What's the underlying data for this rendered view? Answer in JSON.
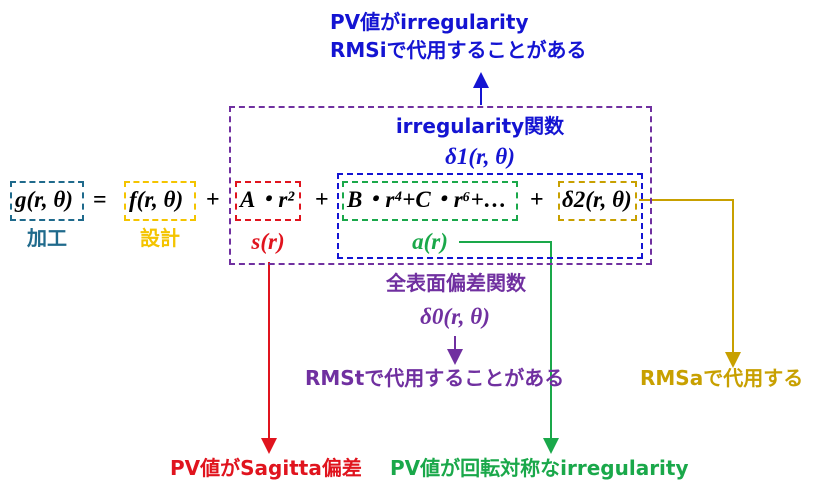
{
  "colors": {
    "blue": "#1414d2",
    "purple": "#7030a0",
    "red": "#e0141e",
    "green": "#1aa84a",
    "gold": "#c8a000",
    "yellow": "#f4c400",
    "teal": "#1f6a8c"
  },
  "top_note": {
    "line1": "PV値がirregularity",
    "line2": "RMSiで代用することがある"
  },
  "irregularity": {
    "title": "irregularity関数",
    "symbol": "δ1(r, θ)"
  },
  "equation": {
    "g": "g(r, θ)",
    "equals": "=",
    "f": "f(r, θ)",
    "plus1": "+",
    "s_term": "A・r²",
    "plus2": "+",
    "a_term": "B・r⁴+C・r⁶+…",
    "plus3": "+",
    "delta2": "δ2(r, θ)"
  },
  "labels": {
    "g_label": "加工",
    "f_label": "設計",
    "s_label": "s(r)",
    "a_label": "a(r)"
  },
  "total": {
    "title": "全表面偏差関数",
    "symbol": "δ0(r, θ)",
    "note": "RMStで代用することがある"
  },
  "rmsa_note": "RMSaで代用する",
  "sagitta_note": "PV値がSagitta偏差",
  "rotational_note": "PV値が回転対称なirregularity"
}
